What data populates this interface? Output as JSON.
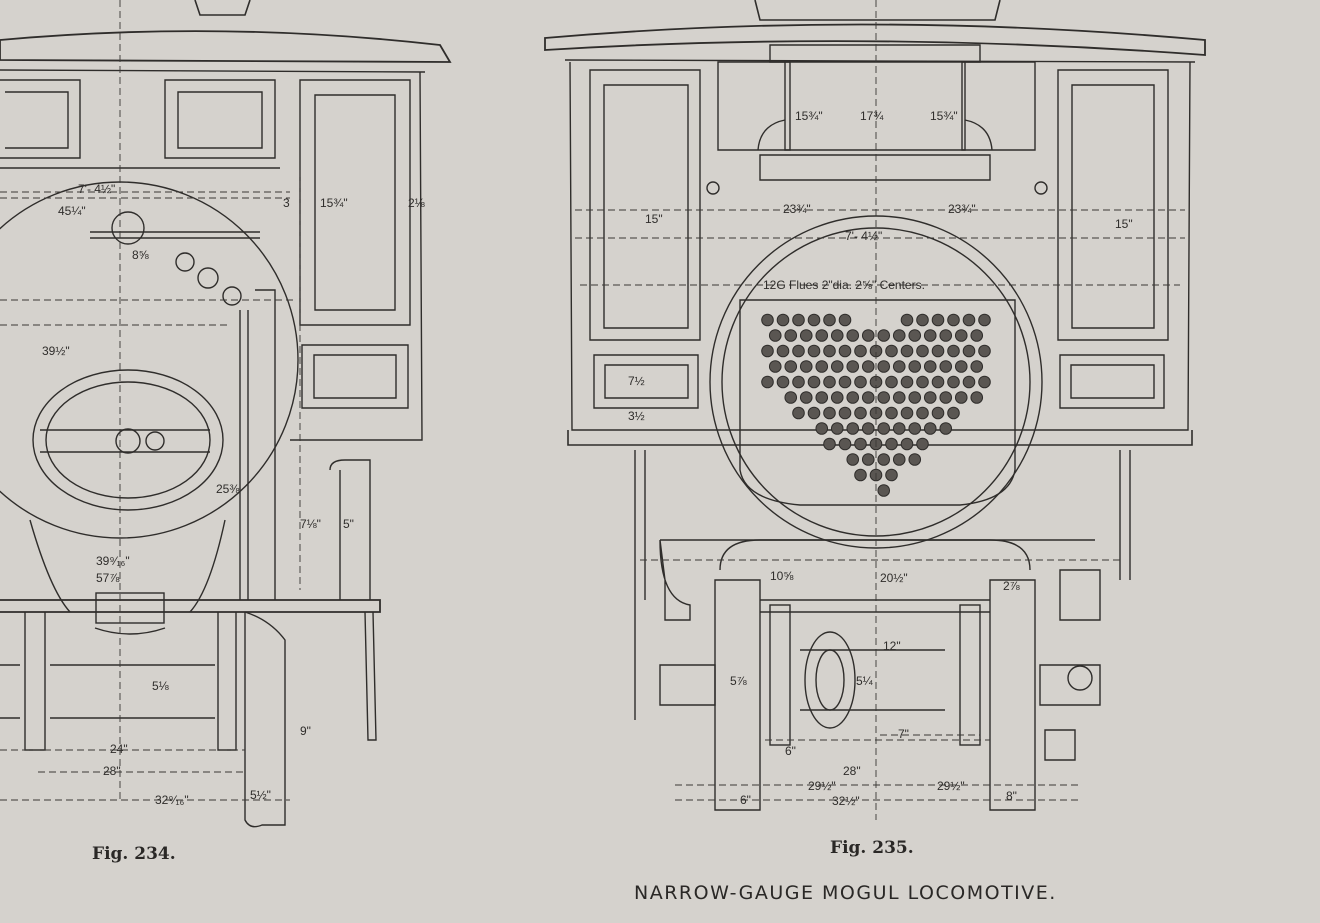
{
  "captions": {
    "fig234": "Fig. 234.",
    "fig235": "Fig. 235."
  },
  "title": "NARROW-GAUGE MOGUL LOCOMOTIVE.",
  "fig234_dims": {
    "d1": "7'- 4½\"",
    "d2": "45¼\"",
    "d3": "3",
    "d4": "15¾\"",
    "d5": "2⅛",
    "d6": "39½\"",
    "d7": "8⅝",
    "d8": "25⅜",
    "d9": "7⅛\"",
    "d10": "5\"",
    "d11": "39⁹⁄₁₆\"",
    "d12": "57⅞",
    "d13": "5⅛",
    "d14": "24\"",
    "d15": "28\"",
    "d16": "32⁹⁄₁₆\"",
    "d17": "5½\"",
    "d18": "9\""
  },
  "fig235_dims": {
    "a1": "15¾\"",
    "a2": "17¾",
    "a3": "15¾\"",
    "a4": "15\"",
    "a5": "23¾\"",
    "a6": "23¾\"",
    "a7": "15\"",
    "a8": "7'- 4½\"",
    "a9": "12G Flues 2\"dia. 2⅝\" Centers.",
    "a10": "7½",
    "a11": "3½",
    "a12": "20½\"",
    "a13": "10⅝",
    "a14": "2⅞",
    "a15": "5⅞",
    "a16": "5¼",
    "a17": "12\"",
    "a18": "7\"",
    "a19": "6\"",
    "a20": "28\"",
    "a21": "29½\"",
    "a22": "29½\"",
    "a23": "32½\"",
    "a24": "6\"",
    "a25": "8\""
  }
}
